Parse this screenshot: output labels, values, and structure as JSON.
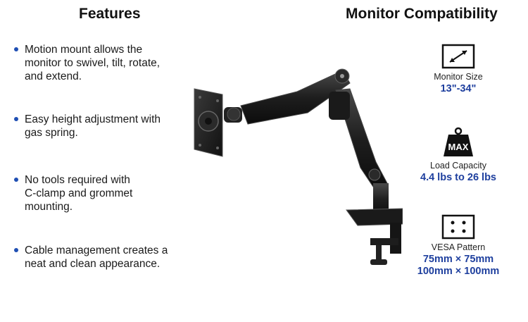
{
  "features": {
    "title": "Features",
    "items": [
      {
        "line1": "Motion mount allows the",
        "line2": "monitor to swivel, tilt, rotate,",
        "line3": "and extend."
      },
      {
        "line1": "Easy height adjustment with",
        "line2": "gas spring.",
        "line3": ""
      },
      {
        "line1": "No tools required with",
        "line2": "C-clamp and grommet",
        "line3": "mounting."
      },
      {
        "line1": "Cable management creates a",
        "line2": "neat and clean appearance.",
        "line3": ""
      }
    ]
  },
  "compatibility": {
    "title": "Monitor Compatibility",
    "specs": [
      {
        "label": "Monitor Size",
        "value1": "13\"-34\"",
        "value2": "",
        "icon": "diagonal-arrow-icon"
      },
      {
        "label": "Load Capacity",
        "value1": "4.4 lbs to 26 lbs",
        "value2": "",
        "icon": "weight-max-icon",
        "icon_text": "MAX"
      },
      {
        "label": "VESA Pattern",
        "value1": "75mm × 75mm",
        "value2": "100mm × 100mm",
        "icon": "vesa-holes-icon"
      }
    ]
  },
  "colors": {
    "accent": "#1e3f9e",
    "bullet": "#1f4fb3",
    "mount": "#1b1b1b"
  }
}
